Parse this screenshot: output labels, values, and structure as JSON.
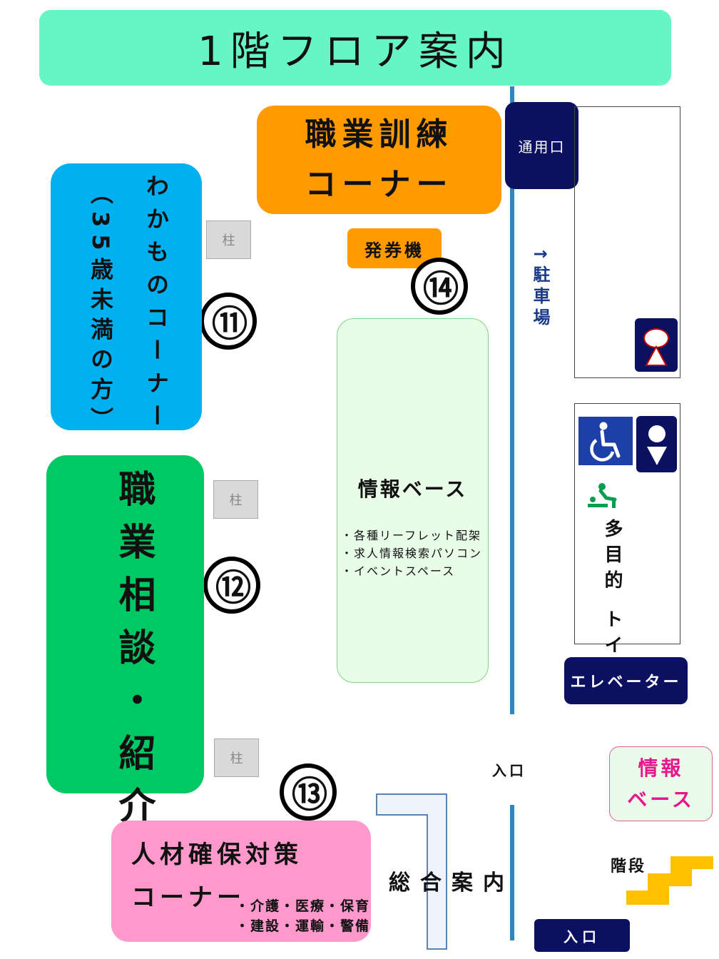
{
  "title": "1階フロア案内",
  "training": {
    "line1": "職業訓練",
    "line2": "コーナー"
  },
  "service_entrance": "通用口",
  "ticket_machine": "発券機",
  "numbers": {
    "n11": "⑪",
    "n12": "⑫",
    "n13": "⑬",
    "n14": "⑭"
  },
  "youth": {
    "name": "わかものコーナー",
    "note": "（35歳未満の方）"
  },
  "pillar": "柱",
  "consultation": "職業相談・紹介",
  "info_base": {
    "title": "情報ベース",
    "items": [
      "・各種リーフレット配架",
      "・求人情報検索パソコン",
      "・イベントスペース"
    ]
  },
  "parking": "↑駐車場",
  "multipurpose_toilet": {
    "col1": "多目的",
    "col2": "トイレ"
  },
  "elevator": "エレベーター",
  "info_base_small": {
    "line1": "情報",
    "line2": "ベース"
  },
  "entrance": "入口",
  "stairs": "階段",
  "talent": {
    "title": "人材確保対策",
    "subtitle": "コーナー",
    "detail1": "・介護・医療・保育",
    "detail2": "・建設・運輸・警備"
  },
  "reception": "総合案内",
  "colors": {
    "banner": "#66f5c4",
    "orange": "#ff9a00",
    "navy": "#0b1160",
    "youth_blue": "#00b0f0",
    "green": "#00c864",
    "pink": "#ff99cc",
    "info_pink_text": "#e8168c",
    "wall_blue": "#2e86c1",
    "stairs_yellow": "#ffc000"
  },
  "icons": [
    "toilet-female-icon",
    "wheelchair-icon",
    "toilet-male-icon",
    "baby-changing-icon",
    "stairs-icon"
  ]
}
